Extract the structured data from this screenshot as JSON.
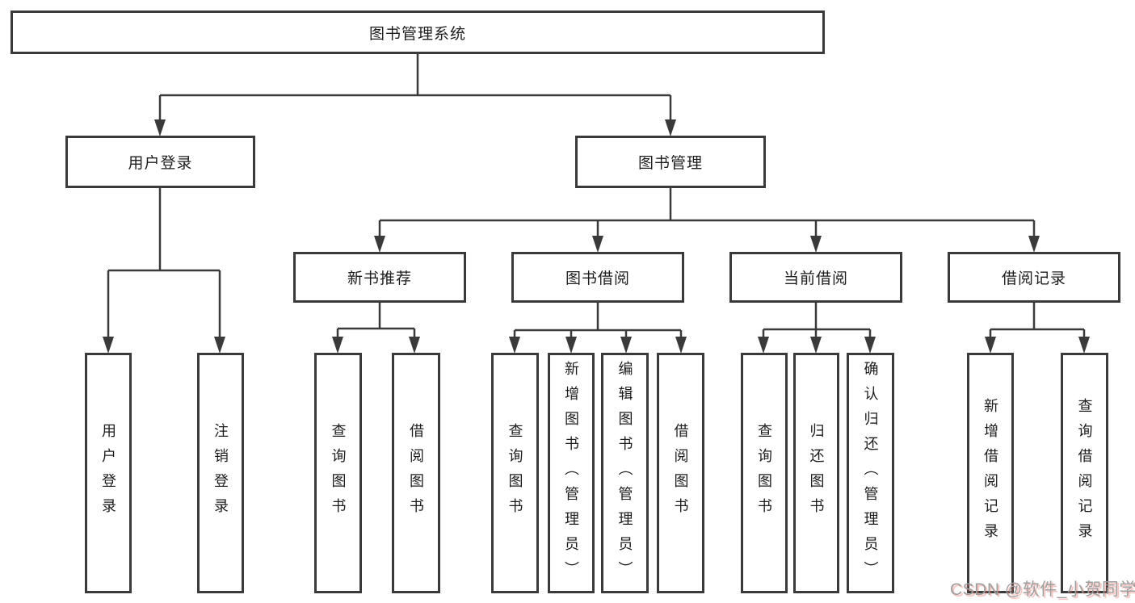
{
  "tree": {
    "root": "图书管理系统",
    "level2": [
      "用户登录",
      "图书管理"
    ],
    "level3": [
      "新书推荐",
      "图书借阅",
      "当前借阅",
      "借阅记录"
    ],
    "login_children": [
      "用户登录",
      "注销登录"
    ],
    "newbook_children": [
      "查询图书",
      "借阅图书"
    ],
    "borrow_children": [
      "查询图书",
      "新增图书（管理员）",
      "编辑图书（管理员）",
      "借阅图书"
    ],
    "current_children": [
      "查询图书",
      "归还图书",
      "确认归还（管理员）"
    ],
    "record_children": [
      "新增借阅记录",
      "查询借阅记录"
    ]
  },
  "watermark": "CSDN @软件_小贺同学",
  "colors": {
    "line": "#3a3a3a",
    "text": "#1d1d1d",
    "watermark_gray": "#9e9e9e",
    "watermark_red": "#e7655d"
  }
}
